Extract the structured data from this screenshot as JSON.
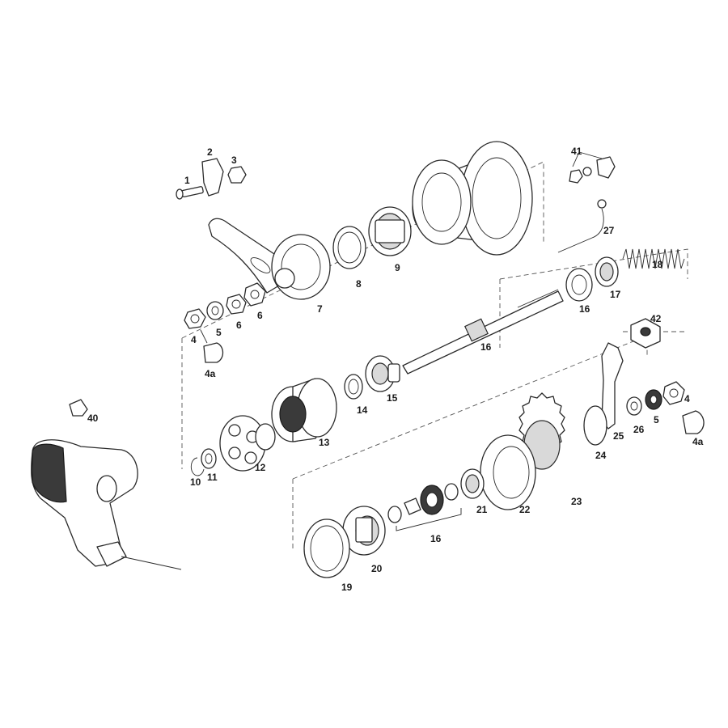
{
  "labels": {
    "p1": "1",
    "p2": "2",
    "p3": "3",
    "p4a": "4",
    "p4b": "4",
    "p4a_cap_a": "4a",
    "p4a_cap_b": "4a",
    "p5a": "5",
    "p5b": "5",
    "p6a": "6",
    "p6b": "6",
    "p7": "7",
    "p8": "8",
    "p9": "9",
    "p10": "10",
    "p11": "11",
    "p12": "12",
    "p13": "13",
    "p14": "14",
    "p15": "15",
    "p16a": "16",
    "p16b": "16",
    "p16c": "16",
    "p17": "17",
    "p18": "18",
    "p19": "19",
    "p20": "20",
    "p21": "21",
    "p22": "22",
    "p23": "23",
    "p24": "24",
    "p25": "25",
    "p26": "26",
    "p27": "27",
    "p40": "40",
    "p41": "41",
    "p42": "42"
  }
}
